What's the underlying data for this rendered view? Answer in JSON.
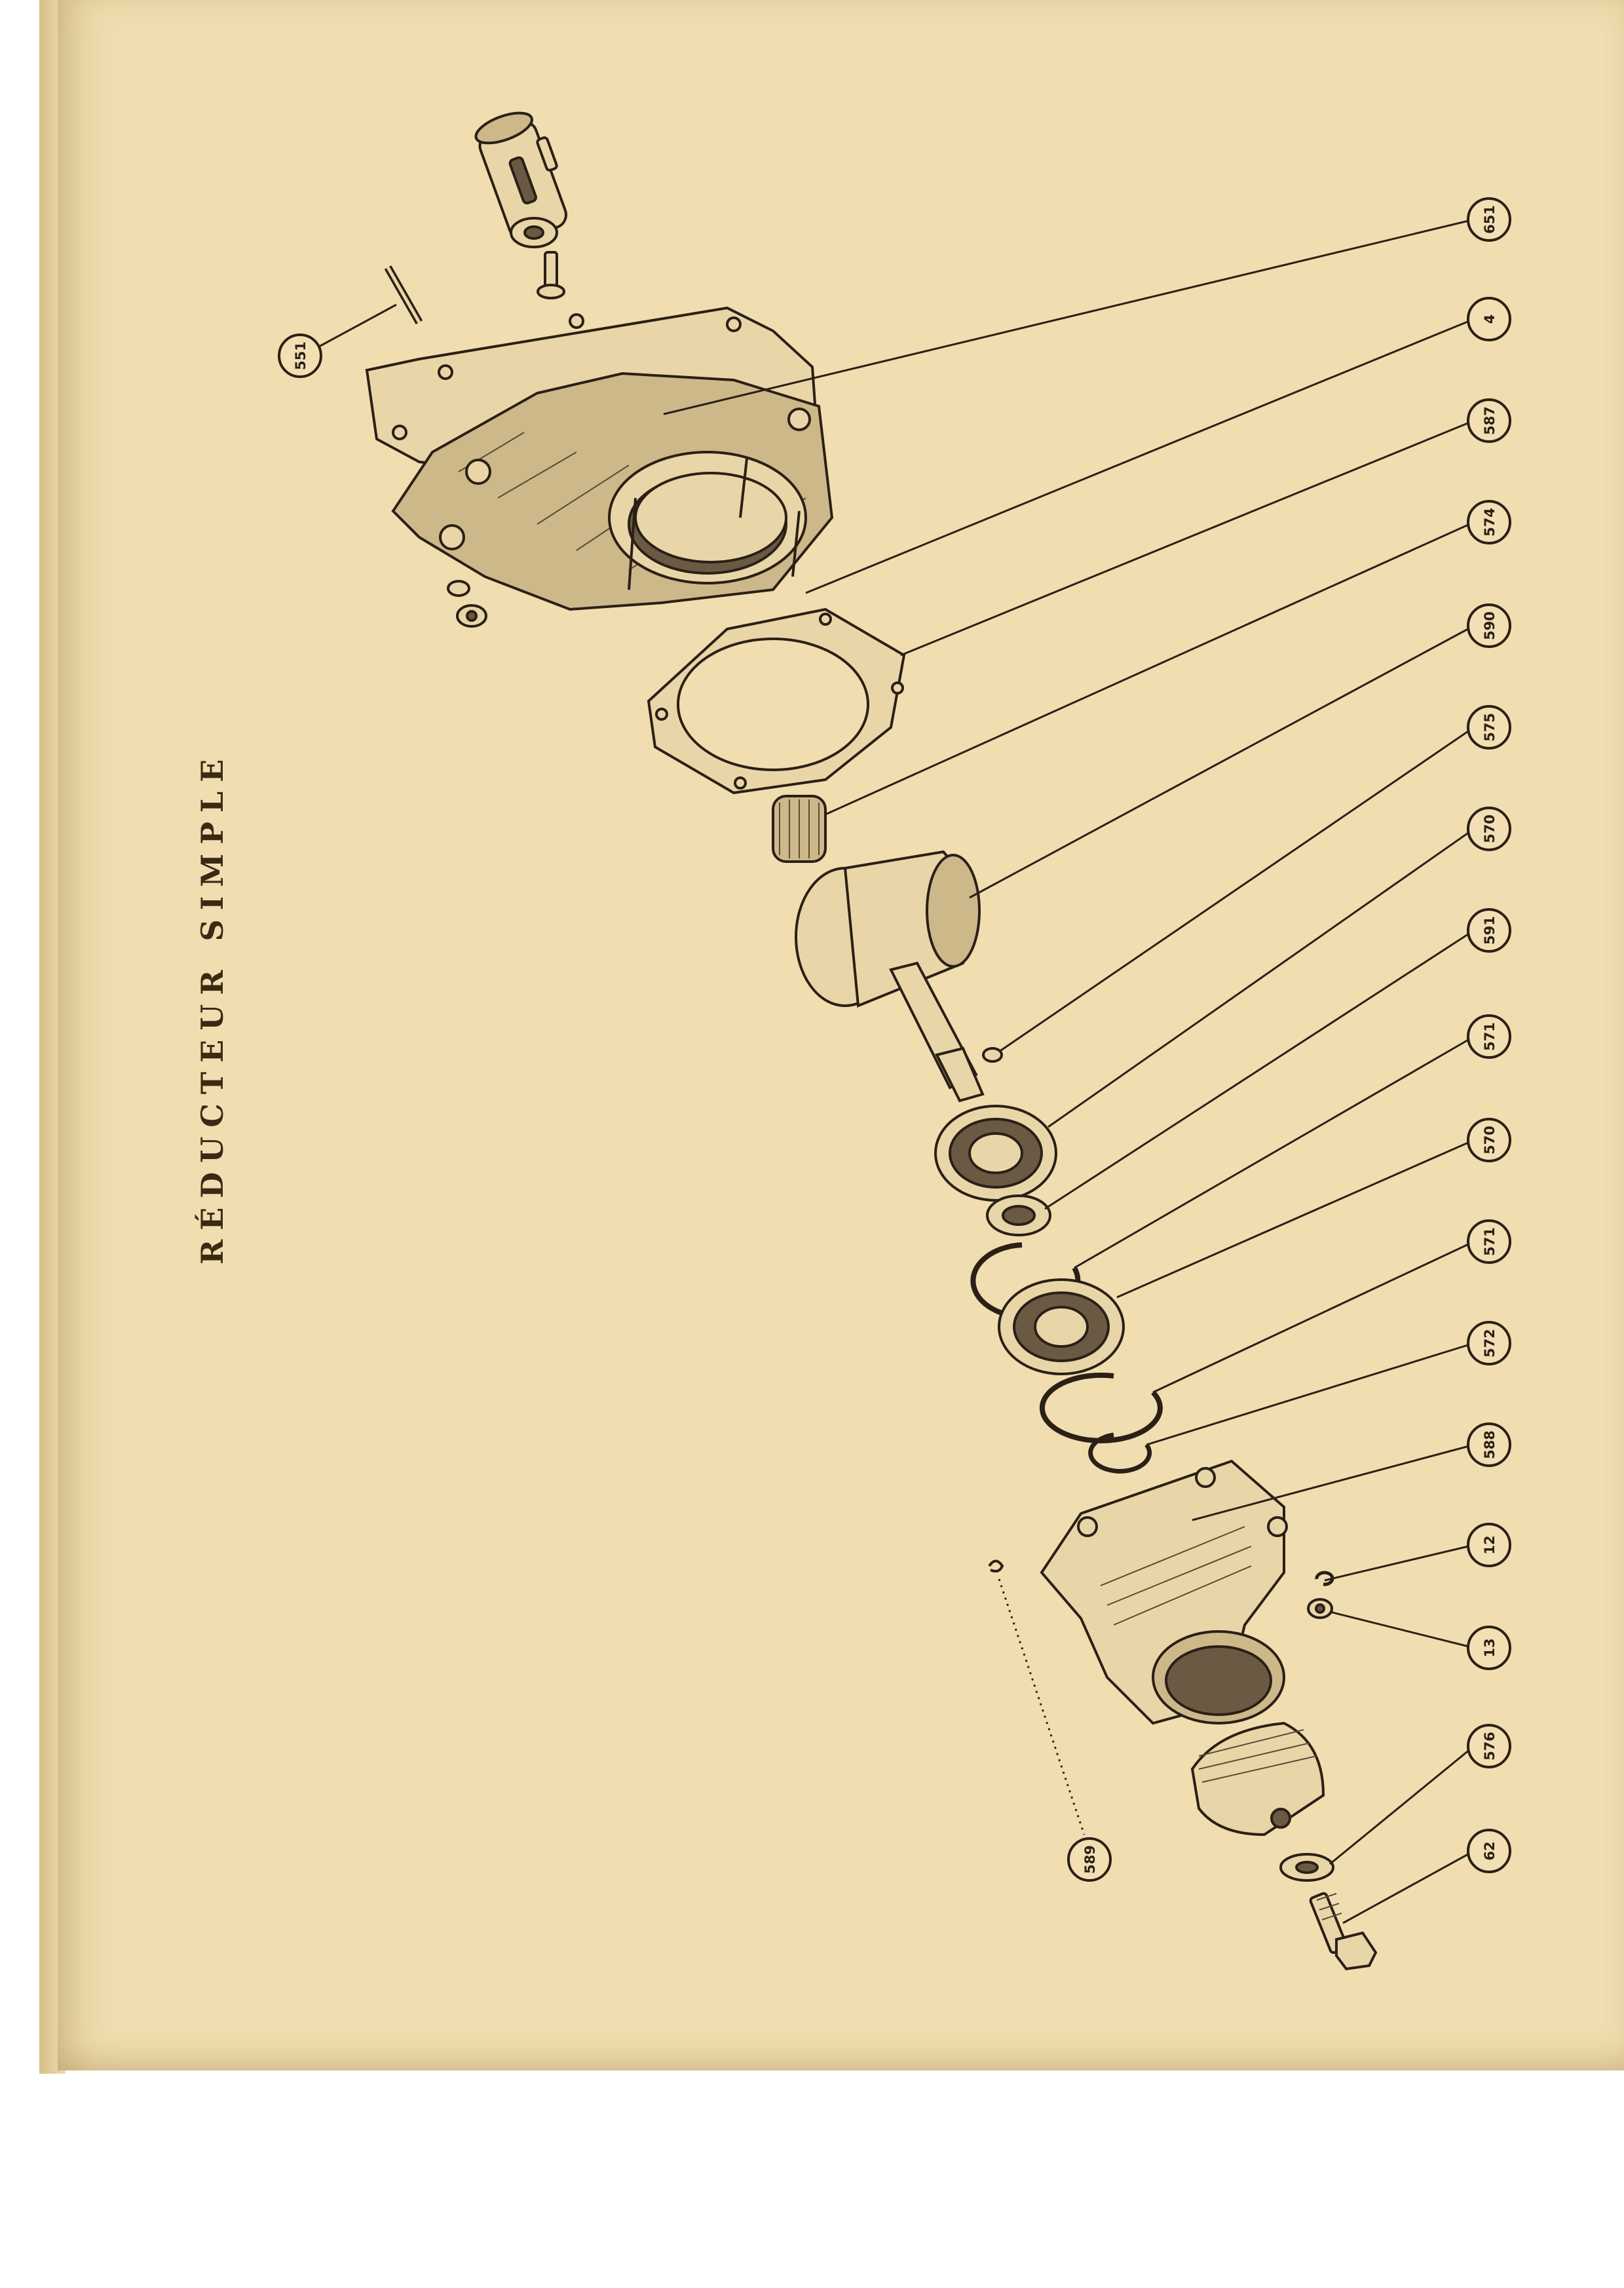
{
  "diagram": {
    "title": "RÉDUCTEUR SIMPLE",
    "callouts": [
      {
        "id": "651",
        "label": "651"
      },
      {
        "id": "4",
        "label": "4"
      },
      {
        "id": "587",
        "label": "587"
      },
      {
        "id": "574",
        "label": "574"
      },
      {
        "id": "590",
        "label": "590"
      },
      {
        "id": "575",
        "label": "575"
      },
      {
        "id": "570a",
        "label": "570"
      },
      {
        "id": "591",
        "label": "591"
      },
      {
        "id": "571a",
        "label": "571"
      },
      {
        "id": "570b",
        "label": "570"
      },
      {
        "id": "571b",
        "label": "571"
      },
      {
        "id": "572",
        "label": "572"
      },
      {
        "id": "588",
        "label": "588"
      },
      {
        "id": "12",
        "label": "12"
      },
      {
        "id": "13",
        "label": "13"
      },
      {
        "id": "576",
        "label": "576"
      },
      {
        "id": "62",
        "label": "62"
      },
      {
        "id": "551",
        "label": "551"
      },
      {
        "id": "589",
        "label": "589"
      }
    ]
  },
  "colors": {
    "paper": "#f0deb0",
    "ink": "#2b2016"
  }
}
